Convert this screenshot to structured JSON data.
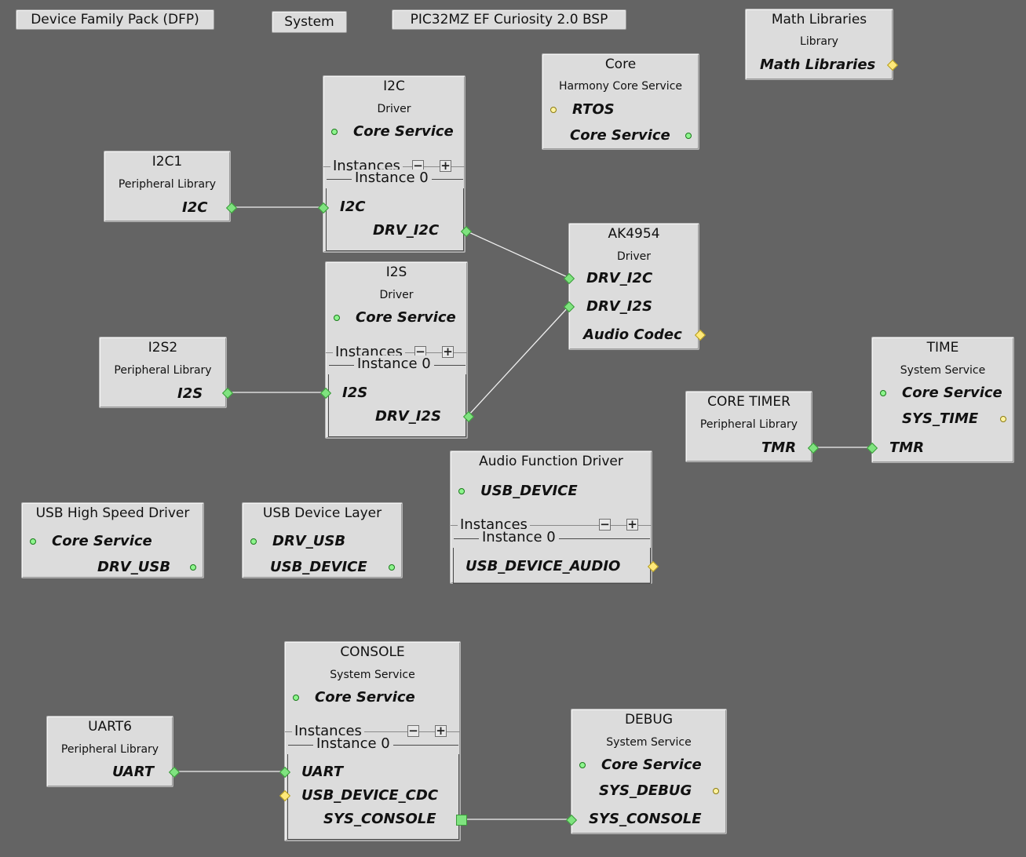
{
  "tabs": {
    "dfp": "Device Family Pack (DFP)",
    "system": "System",
    "bsp": "PIC32MZ EF Curiosity 2.0 BSP"
  },
  "math": {
    "title": "Math Libraries",
    "sub": "Library",
    "item": "Math Libraries"
  },
  "core": {
    "title": "Core",
    "sub": "Harmony Core Service",
    "rtos": "RTOS",
    "cs": "Core Service"
  },
  "i2c": {
    "title": "I2C",
    "sub": "Driver",
    "cs": "Core Service",
    "instances": "Instances",
    "inst0": "Instance 0",
    "in": "I2C",
    "out": "DRV_I2C"
  },
  "i2c1": {
    "title": "I2C1",
    "sub": "Peripheral Library",
    "out": "I2C"
  },
  "i2s": {
    "title": "I2S",
    "sub": "Driver",
    "cs": "Core Service",
    "instances": "Instances",
    "inst0": "Instance 0",
    "in": "I2S",
    "out": "DRV_I2S"
  },
  "i2s2": {
    "title": "I2S2",
    "sub": "Peripheral Library",
    "out": "I2S"
  },
  "ak": {
    "title": "AK4954",
    "sub": "Driver",
    "i2c": "DRV_I2C",
    "i2s": "DRV_I2S",
    "codec": "Audio Codec"
  },
  "time": {
    "title": "TIME",
    "sub": "System Service",
    "cs": "Core Service",
    "sys": "SYS_TIME",
    "tmr": "TMR"
  },
  "coretimer": {
    "title": "CORE TIMER",
    "sub": "Peripheral Library",
    "out": "TMR"
  },
  "afd": {
    "title": "Audio Function Driver",
    "usb": "USB_DEVICE",
    "instances": "Instances",
    "inst0": "Instance 0",
    "out": "USB_DEVICE_AUDIO"
  },
  "ushd": {
    "title": "USB High Speed Driver",
    "cs": "Core Service",
    "out": "DRV_USB"
  },
  "udl": {
    "title": "USB Device Layer",
    "in": "DRV_USB",
    "out": "USB_DEVICE"
  },
  "console": {
    "title": "CONSOLE",
    "sub": "System Service",
    "cs": "Core Service",
    "instances": "Instances",
    "inst0": "Instance 0",
    "uart": "UART",
    "cdc": "USB_DEVICE_CDC",
    "sys": "SYS_CONSOLE"
  },
  "uart6": {
    "title": "UART6",
    "sub": "Peripheral Library",
    "out": "UART"
  },
  "debug": {
    "title": "DEBUG",
    "sub": "System Service",
    "cs": "Core Service",
    "dbg": "SYS_DEBUG",
    "con": "SYS_CONSOLE"
  },
  "colors": {
    "background": "#646464",
    "node": "#dcdcdc",
    "green": "#7fe37f",
    "yellow": "#ffe97a",
    "wire": "#f0f0f0"
  }
}
